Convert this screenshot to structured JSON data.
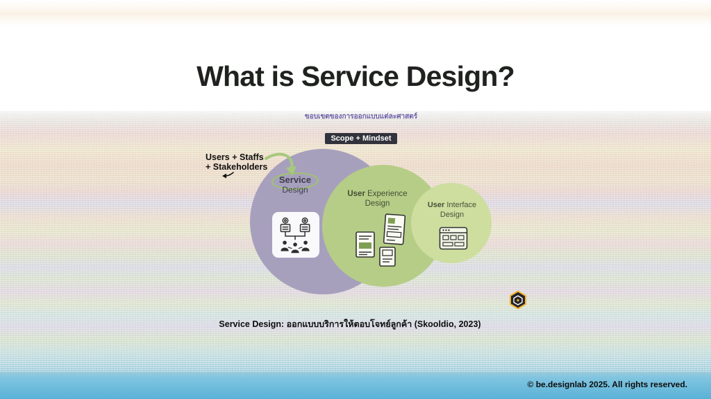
{
  "slide": {
    "title": "What is Service Design?",
    "note_purple": "ขอบเขตของการออกแบบแต่ละศาสตร์",
    "highlight_label": "Scope + Mindset",
    "annotation": {
      "line1": "Users + Staffs",
      "line2": "+ Stakeholders"
    },
    "venn": {
      "service": {
        "label_line1": "Service",
        "label_line2": "Design",
        "color": "#a7a0bd"
      },
      "ux": {
        "label_bold": "User",
        "label_rest": " Experience",
        "label_line2": "Design",
        "color": "#b6cd87"
      },
      "ui": {
        "label_bold": "User",
        "label_rest": " Interface",
        "label_line2": "Design",
        "color": "#cdde9f"
      }
    },
    "caption": {
      "prefix": "Service Design:",
      "text": " ออกแบบบริการให้ตอบโจทย์ลูกค้า (Skooldio, 2023)"
    },
    "footer": {
      "copyright": "© be.designlab 2025. All rights reserved."
    },
    "colors": {
      "highlight_bg": "#32323c",
      "arrow_green": "#a6c97d",
      "ellipse_green": "#9fc46c",
      "logo_yellow": "#f2b32a",
      "logo_dark": "#24242a"
    }
  }
}
